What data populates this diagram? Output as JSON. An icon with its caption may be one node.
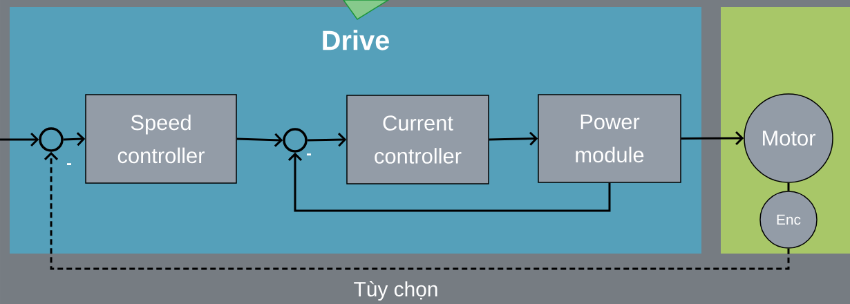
{
  "diagram": {
    "nodes": [
      {
        "text": [
          "Drive"
        ]
      },
      {
        "text": [],
        "shape": "box"
      },
      {
        "text": [],
        "shape": "circle",
        "in": 0
      },
      {
        "text": [
          "Speed controller"
        ],
        "in": 0
      },
      {
        "text": [],
        "shape": "circle",
        "in": 0
      },
      {
        "text": [
          "Current controller"
        ],
        "in": 0
      },
      {
        "text": [
          "Power module"
        ],
        "in": 0
      },
      {
        "text": [
          "Motor"
        ],
        "in": 1
      },
      {
        "text": [
          "Enc"
        ],
        "in": 1
      }
    ],
    "edges": [
      {
        "from": null,
        "to": 2,
        "arrow": "to"
      },
      {
        "from": 2,
        "to": 3,
        "arrow": "to"
      },
      {
        "from": 3,
        "to": 4,
        "arrow": "to"
      },
      {
        "from": 4,
        "to": 5,
        "arrow": "to"
      },
      {
        "from": 5,
        "to": 6,
        "arrow": "to"
      },
      {
        "from": 6,
        "to": 7,
        "arrow": "to"
      },
      {
        "from": 6,
        "to": 4,
        "arrow": "to"
      },
      {
        "from": 7,
        "to": 8,
        "arrow": "none"
      },
      {
        "from": 8,
        "to": 2,
        "arrow": "to",
        "style": "dashed",
        "label": "Tùy chọn"
      }
    ],
    "labels": [
      "-",
      "-"
    ]
  }
}
